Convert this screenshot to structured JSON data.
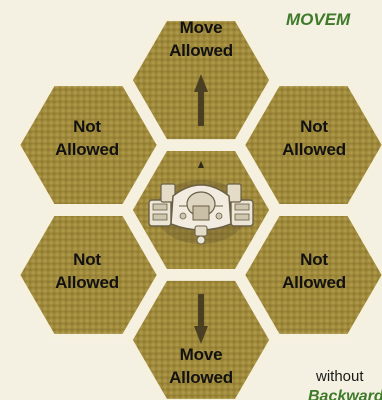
{
  "heading": "MOVEM",
  "body_text": "without",
  "sub_heading": "Backward",
  "colors": {
    "background": "#f4f0e2",
    "hex_fill": "#a58f3f",
    "hex_border": "#f6f1df",
    "heading_green": "#3e7a2a",
    "arrow": "#4a3f23"
  },
  "hexes": {
    "top": {
      "line1": "Move",
      "line2": "Allowed"
    },
    "upper_left": {
      "line1": "Not",
      "line2": "Allowed"
    },
    "upper_right": {
      "line1": "Not",
      "line2": "Allowed"
    },
    "lower_left": {
      "line1": "Not",
      "line2": "Allowed"
    },
    "lower_right": {
      "line1": "Not",
      "line2": "Allowed"
    },
    "bottom": {
      "line1": "Move",
      "line2": "Allowed"
    }
  },
  "icons": {
    "forward_arrow": "arrow-up-icon",
    "backward_arrow": "arrow-down-icon",
    "unit": "mech-unit-icon",
    "facing": "facing-triangle-icon"
  }
}
